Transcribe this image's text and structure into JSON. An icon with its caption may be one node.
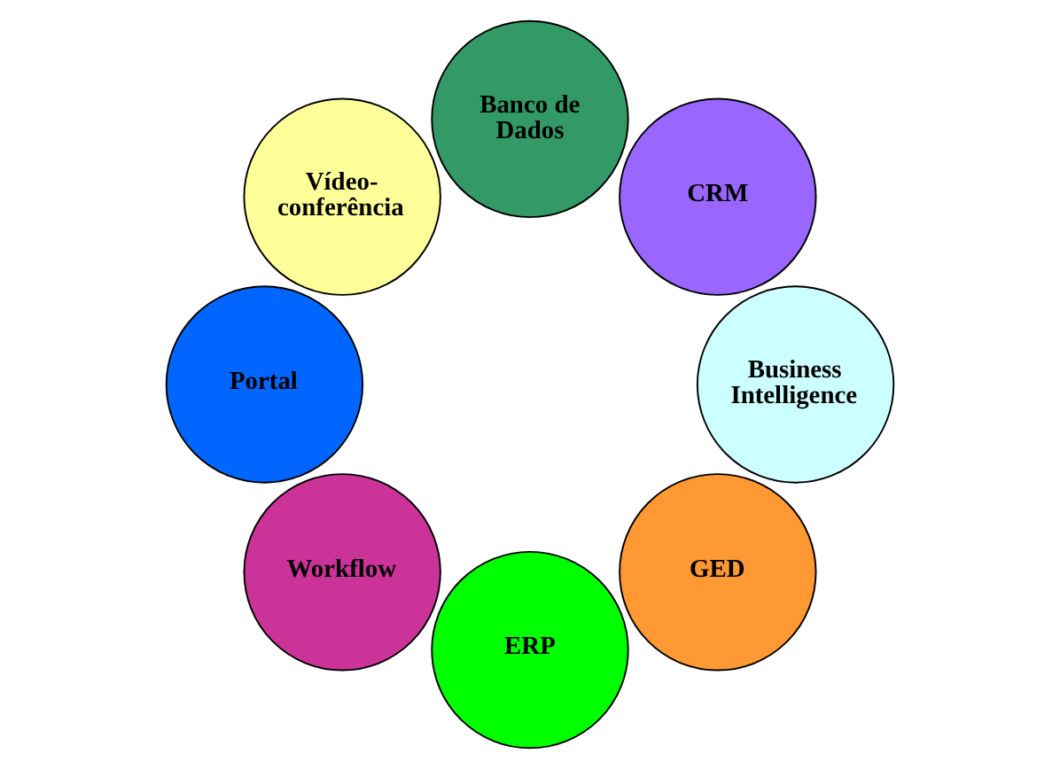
{
  "diagram": {
    "nodes": [
      {
        "text": [
          "GED"
        ]
      },
      {
        "text": [
          "ERP"
        ]
      },
      {
        "text": [
          "Workflow"
        ]
      },
      {
        "text": [
          "Business Intelligence"
        ]
      },
      {
        "text": [
          "Portal"
        ]
      },
      {
        "text": [
          "CRM"
        ]
      },
      {
        "text": [
          "Banco de Dados"
        ]
      },
      {
        "text": [
          "Vídeo- conferência"
        ]
      }
    ],
    "edges": []
  }
}
